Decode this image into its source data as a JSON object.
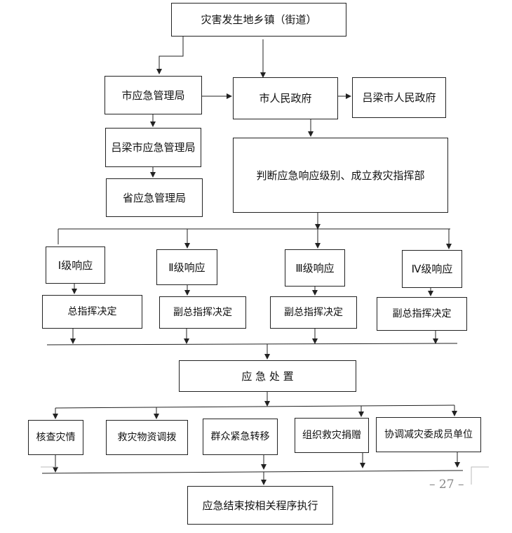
{
  "flowchart": {
    "top": "灾害发生地乡镇（街道）",
    "city_emergency_bureau": "市应急管理局",
    "city_government": "市人民政府",
    "lvliang_government": "吕梁市人民政府",
    "lvliang_emergency_bureau": "吕梁市应急管理局",
    "province_emergency_bureau": "省应急管理局",
    "decision": "判断应急响应级别、成立救灾指挥部",
    "levels": [
      {
        "label": "Ⅰ级响应",
        "decision": "总指挥决定"
      },
      {
        "label": "Ⅱ级响应",
        "decision": "副总指挥决定"
      },
      {
        "label": "Ⅲ级响应",
        "decision": "副总指挥决定"
      },
      {
        "label": "Ⅳ级响应",
        "decision": "副总指挥决定"
      }
    ],
    "disposal": "应 急 处 置",
    "actions": [
      "核查灾情",
      "救灾物资调拨",
      "群众紧急转移",
      "组织救灾捐赠",
      "协调减灾委成员单位"
    ],
    "end": "应急结束按相关程序执行"
  },
  "page_number": "– 27 –"
}
